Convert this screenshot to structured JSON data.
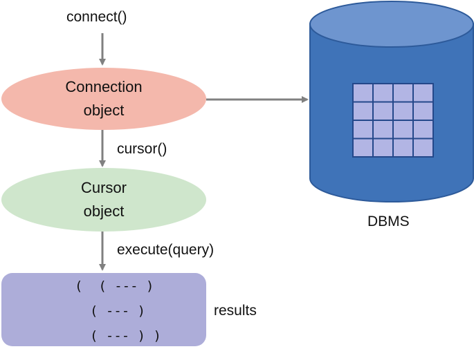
{
  "labels": {
    "connect": "connect()",
    "cursor_call": "cursor()",
    "execute": "execute(query)",
    "results": "results",
    "dbms": "DBMS"
  },
  "nodes": {
    "connection": {
      "line1": "Connection",
      "line2": "object"
    },
    "cursor": {
      "line1": "Cursor",
      "line2": "object"
    }
  },
  "results_box": {
    "lines": [
      "(  ( --- )",
      "( --- )",
      "( --- ) )"
    ]
  },
  "colors": {
    "connection_fill": "#f4b8ac",
    "cursor_fill": "#cfe6cc",
    "results_fill": "#adadd9",
    "db_body": "#3f73b8",
    "db_top": "#6e95cf",
    "db_stroke": "#2d5a9a",
    "grid_fill": "#b2b5e4",
    "grid_line": "#24488a",
    "arrow": "#808080"
  }
}
